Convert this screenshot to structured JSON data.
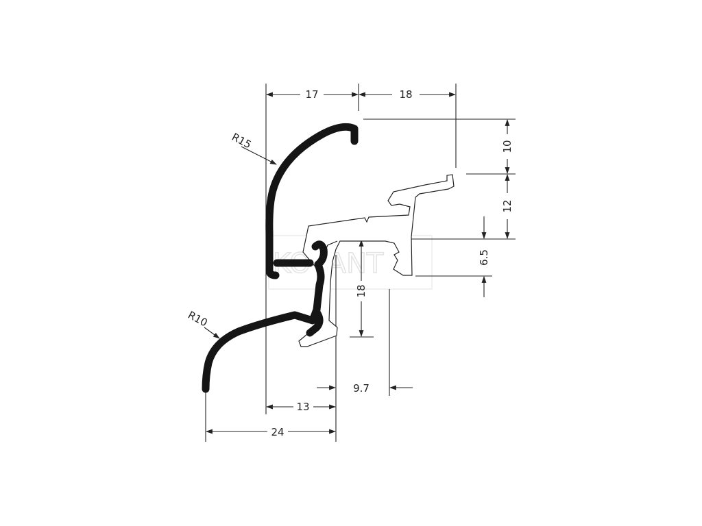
{
  "watermark": "KOVANT",
  "dimensions": {
    "top_left_width": "17",
    "top_right_width": "18",
    "upper_height": "10",
    "lower_height": "12",
    "insert_height": "6.5",
    "stem_height": "18",
    "bottom_offset": "9.7",
    "lower_width": "13",
    "total_width": "24"
  },
  "radii": {
    "upper": "R15",
    "lower": "R10"
  },
  "colors": {
    "profile": "#151515",
    "lines": "#222222"
  }
}
